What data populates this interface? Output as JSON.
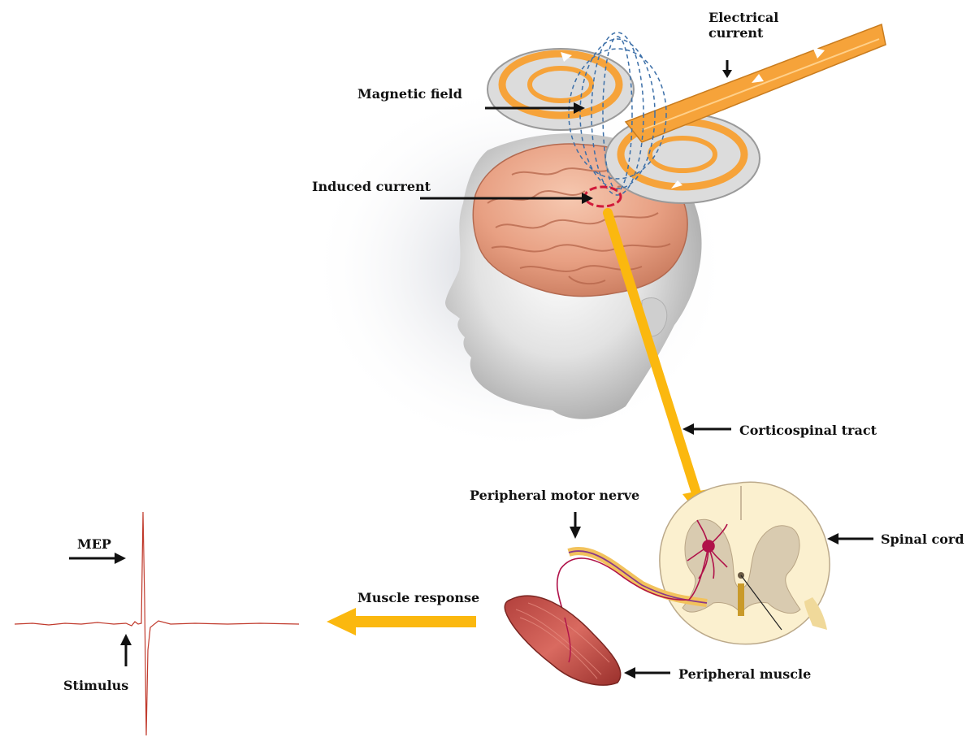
{
  "labels": {
    "electrical_current": [
      "Electrical",
      "current"
    ],
    "magnetic_field": "Magnetic field",
    "induced_current": "Induced current",
    "corticospinal_tract": "Corticospinal tract",
    "peripheral_motor_nerve": "Peripheral motor nerve",
    "spinal_cord": "Spinal cord",
    "mep": "MEP",
    "muscle_response": "Muscle response",
    "stimulus": "Stimulus",
    "peripheral_muscle": "Peripheral muscle"
  },
  "colors": {
    "pathway_arrow": "#fbb80f",
    "coil": "#f6a33a",
    "coil_rim": "#9a9a9a",
    "field_lines": "#3c6fa8",
    "induced_current": "#d11a3a",
    "brain": "#e79a7a",
    "head": "#d8d8d8",
    "spinal_white": "#fbf0cf",
    "spinal_grey": "#d9cbb0",
    "neuron": "#b0124a",
    "muscle": "#c9504a",
    "emg_trace": "#c0392b",
    "label_arrow": "#111111"
  },
  "icons": {
    "pointer": "arrow-icon",
    "coil": "figure-eight-coil-icon",
    "brain": "brain-icon",
    "spinal_cord": "spinal-cord-icon",
    "muscle": "muscle-icon"
  }
}
